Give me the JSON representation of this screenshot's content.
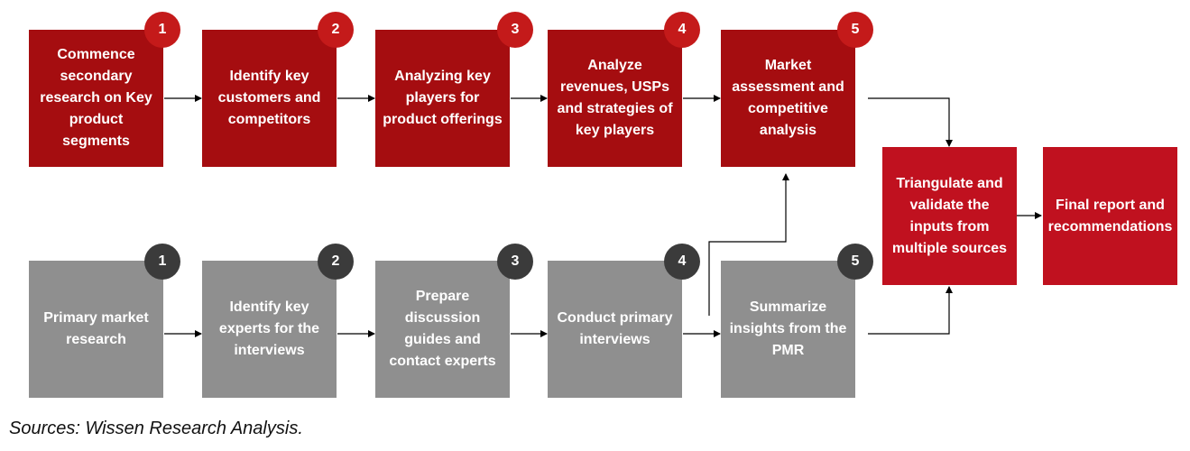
{
  "top_row": [
    {
      "step": "1",
      "label": "Commence secondary research on Key product segments"
    },
    {
      "step": "2",
      "label": "Identify key customers and competitors"
    },
    {
      "step": "3",
      "label": "Analyzing key players for product offerings"
    },
    {
      "step": "4",
      "label": "Analyze revenues, USPs and strategies of key players"
    },
    {
      "step": "5",
      "label": "Market assessment and competitive analysis"
    }
  ],
  "bottom_row": [
    {
      "step": "1",
      "label": "Primary market research"
    },
    {
      "step": "2",
      "label": "Identify key experts for the interviews"
    },
    {
      "step": "3",
      "label": "Prepare discussion guides and contact experts"
    },
    {
      "step": "4",
      "label": "Conduct primary interviews"
    },
    {
      "step": "5",
      "label": "Summarize insights from the PMR"
    }
  ],
  "triangulate": {
    "label": "Triangulate and validate the inputs from multiple sources"
  },
  "final": {
    "label": "Final report and recommendations"
  },
  "source_note": "Sources: Wissen Research Analysis.",
  "colors": {
    "top_box": "#a50d10",
    "right_box": "#c0111f",
    "bottom_box": "#8f8f8f",
    "badge_red": "#c41a1a",
    "badge_dark": "#3b3b3b"
  }
}
